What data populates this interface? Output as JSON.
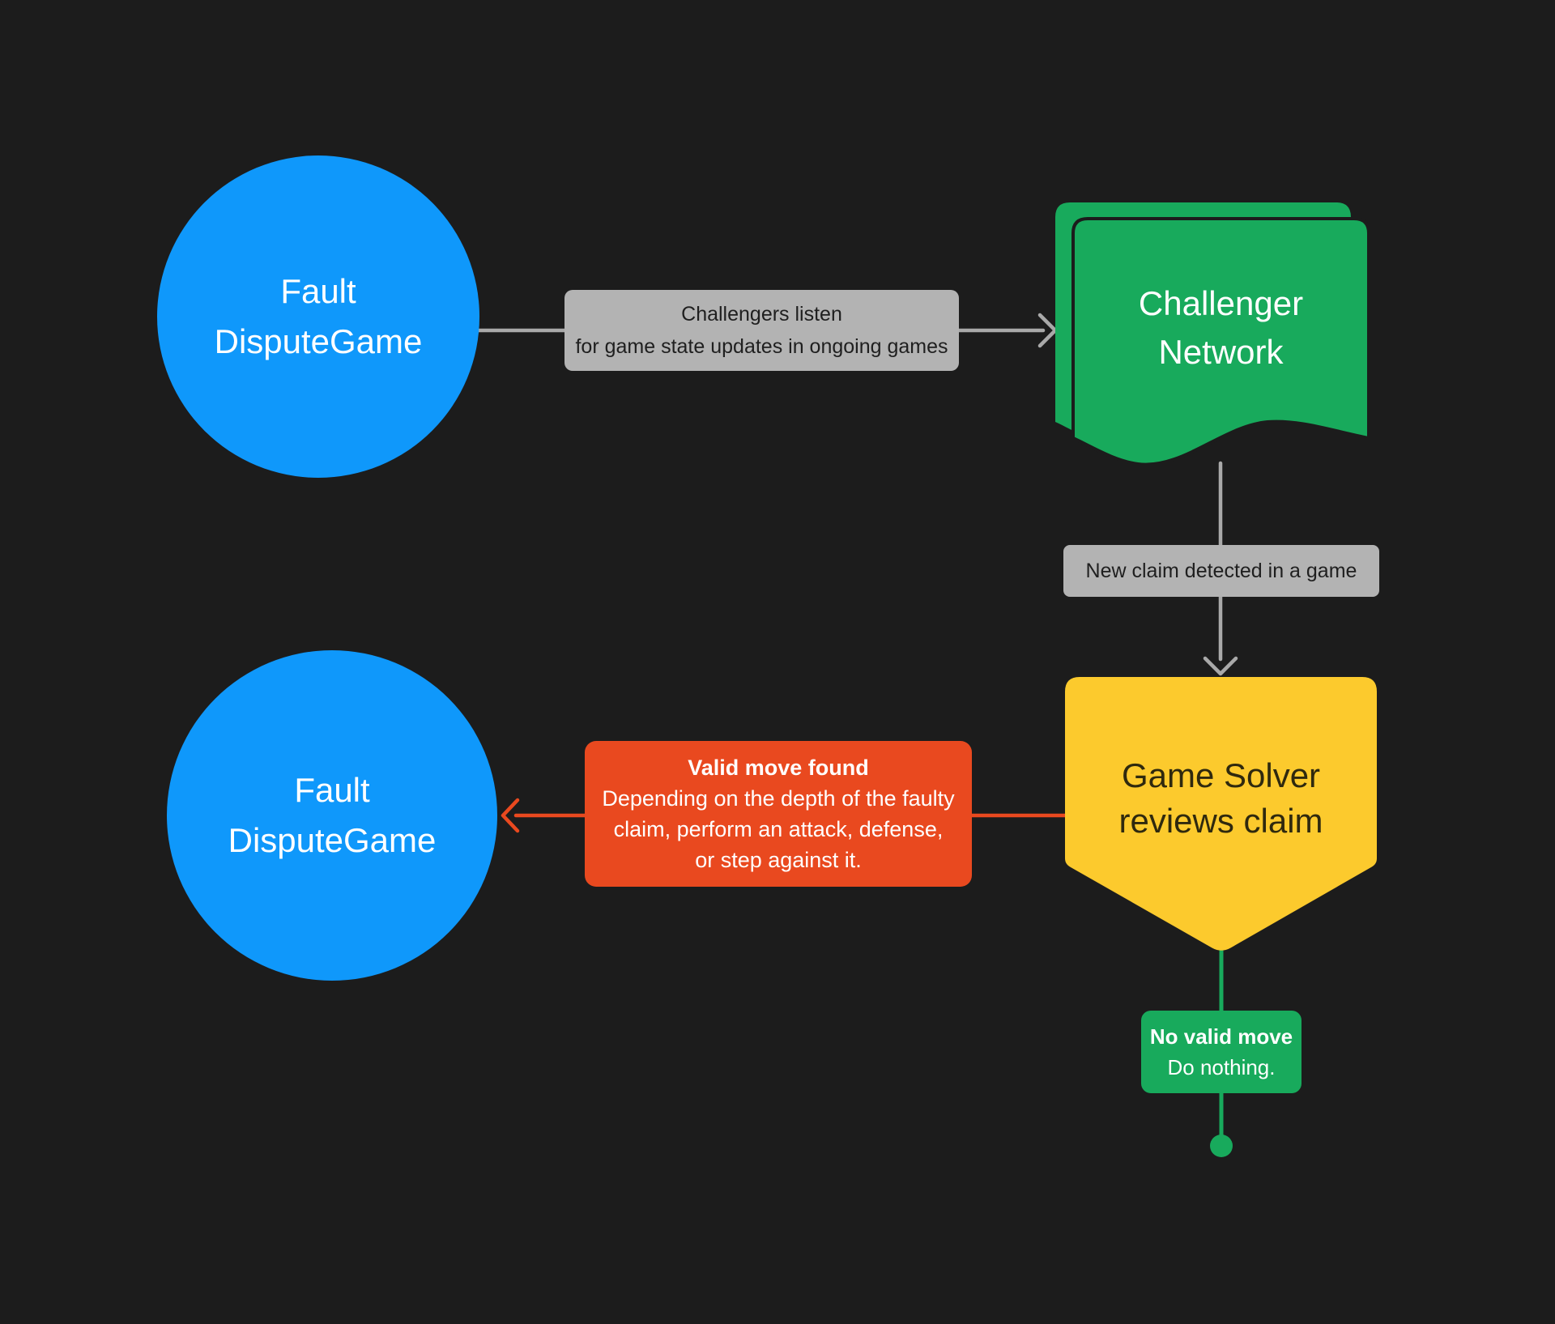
{
  "colors": {
    "background": "#1c1c1c",
    "blue": "#0f98fb",
    "green": "#18aa5c",
    "yellow": "#fcca2d",
    "red": "#e9491f",
    "gray_label_bg": "#b3b3b3",
    "gray_label_text": "#1f1f1f",
    "connector_gray": "#a9a9a9",
    "node_text_light": "#ffffff",
    "yellow_text": "#2f290e"
  },
  "nodes": {
    "fault_dispute_game_top": {
      "lines": [
        "Fault",
        "DisputeGame"
      ]
    },
    "challenger_network": {
      "lines": [
        "Challenger",
        "Network"
      ]
    },
    "game_solver": {
      "lines": [
        "Game Solver",
        "reviews claim"
      ]
    },
    "fault_dispute_game_bottom": {
      "lines": [
        "Fault",
        "DisputeGame"
      ]
    }
  },
  "labels": {
    "challengers_listen": {
      "lines": [
        "Challengers listen",
        "for game state updates in ongoing games"
      ]
    },
    "new_claim": {
      "text": "New claim detected in a game"
    },
    "valid_move": {
      "title": "Valid move found",
      "lines": [
        "Depending on the depth of the faulty",
        "claim, perform an attack, defense,",
        "or step against it."
      ]
    },
    "no_valid_move": {
      "title": "No valid move",
      "text": "Do nothing."
    }
  }
}
